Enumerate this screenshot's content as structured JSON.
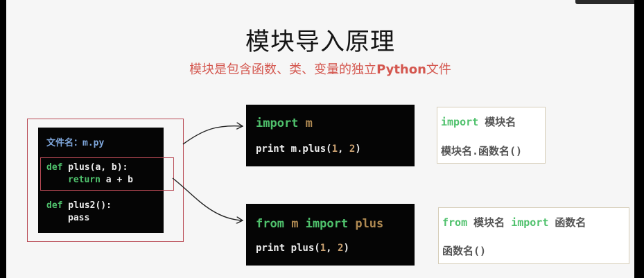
{
  "title": "模块导入原理",
  "subtitle": {
    "prefix": "模块是包含函数、类、变量的独立",
    "bold": "Python",
    "suffix": "文件"
  },
  "source_file": {
    "file_label": "文件名：m.py",
    "line1_kw": "def",
    "line1_rest": " plus(a, b):",
    "line2_kw": "return",
    "line2_rest": " a + b",
    "line3_kw": "def",
    "line3_rest": " plus2():",
    "line4": "pass"
  },
  "example_import": {
    "kw": "import",
    "module": " m",
    "call_prefix": "print m.plus(",
    "arg1": "1",
    "sep": ", ",
    "arg2": "2",
    "close": ")"
  },
  "example_from": {
    "kw1": "from",
    "module": " m ",
    "kw2": "import",
    "name": " plus",
    "call_prefix": "print plus(",
    "arg1": "1",
    "sep": ", ",
    "arg2": "2",
    "close": ")"
  },
  "callout_import": {
    "kw": "import",
    "rest": " 模块名",
    "line2": "模块名.函数名()"
  },
  "callout_from": {
    "kw1": "from",
    "mid": " 模块名 ",
    "kw2": "import",
    "rest": " 函数名",
    "line2": "函数名()"
  }
}
